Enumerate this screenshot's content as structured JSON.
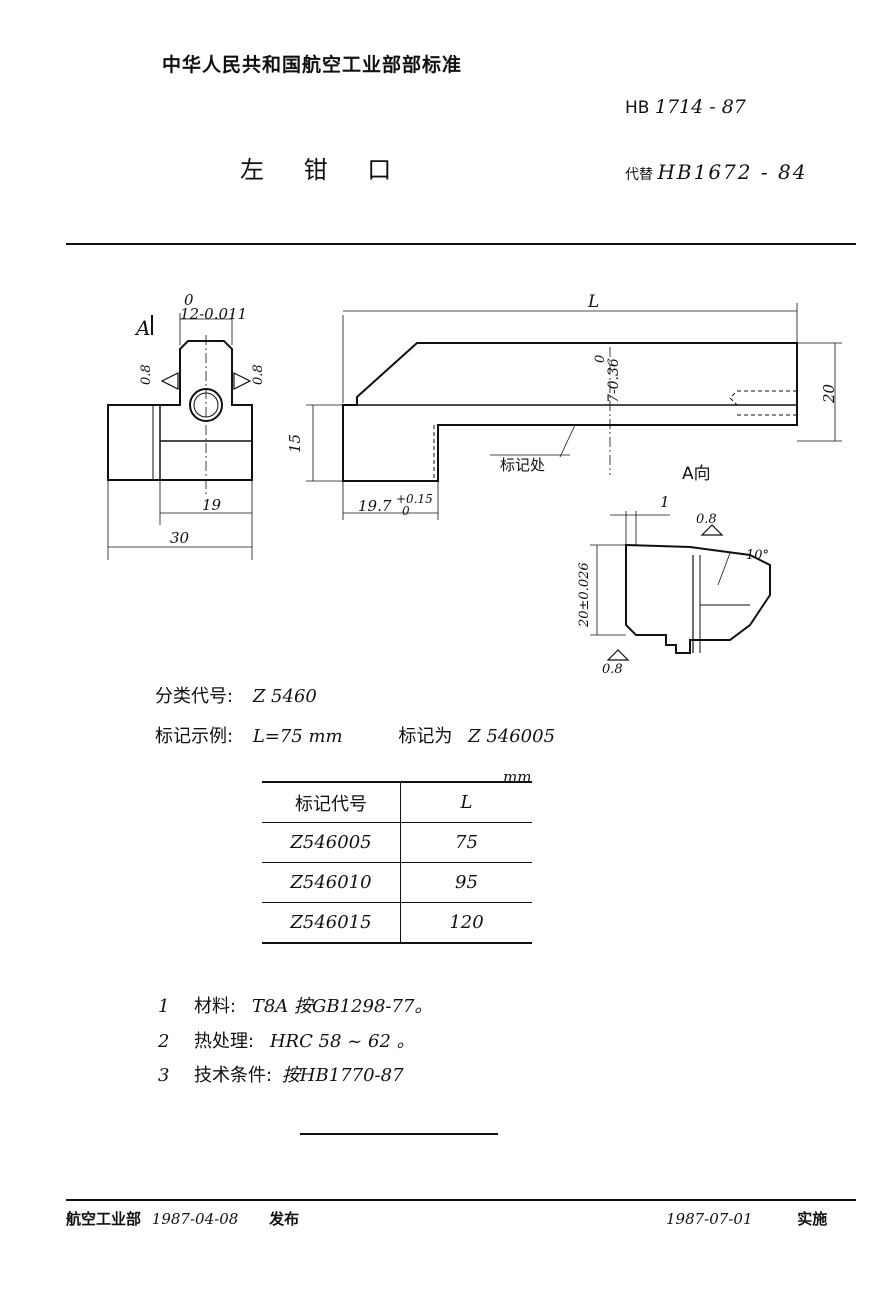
{
  "header": {
    "organization": "中华人民共和国航空工业部部标准",
    "std_prefix": "HB",
    "std_number": "1714 - 87",
    "title": "左 钳 口",
    "replace_label": "代替",
    "replace_number": "HB1672 - 84"
  },
  "drawing": {
    "dim_top_width": "12-0.011",
    "dim_top_width_upper": "0",
    "section_label": "A",
    "roughness_08": "0.8",
    "dim_19": "19",
    "dim_30": "30",
    "dim_15": "15",
    "dim_L": "L",
    "dim_7": "7-0.36",
    "dim_7_upper": "0",
    "dim_20": "20",
    "dim_197": "19.7",
    "dim_197_tol_upper": "+0.15",
    "dim_197_tol_lower": "0",
    "mark_location": "标记处",
    "view_label": "A向",
    "dim_1": "1",
    "angle_10": "10°",
    "dim_20_tol": "20±0.026"
  },
  "info": {
    "class_label": "分类代号:",
    "class_code": "Z 5460",
    "example_label": "标记示例:",
    "example_value": "L=75 mm",
    "example_mark_label": "标记为",
    "example_mark": "Z 546005"
  },
  "table": {
    "unit": "mm",
    "headers": [
      "标记代号",
      "L"
    ],
    "rows": [
      [
        "Z546005",
        "75"
      ],
      [
        "Z546010",
        "95"
      ],
      [
        "Z546015",
        "120"
      ]
    ]
  },
  "notes": [
    {
      "num": "1",
      "label": "材料:",
      "text": "T8A 按GB1298-77。"
    },
    {
      "num": "2",
      "label": "热处理:",
      "text": "HRC 58 ~ 62 。"
    },
    {
      "num": "3",
      "label": "技术条件:",
      "text": "按HB1770-87"
    }
  ],
  "footer": {
    "issuer": "航空工业部",
    "issue_date": "1987-04-08",
    "issue_label": "发布",
    "effective_date": "1987-07-01",
    "effective_label": "实施"
  }
}
